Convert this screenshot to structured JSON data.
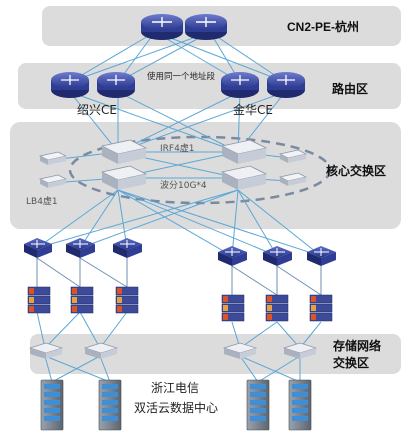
{
  "zones": {
    "pe": "CN2-PE-杭州",
    "routing": "路由区",
    "core": "核心交换区",
    "storage_line1": "存储网络",
    "storage_line2": "交换区"
  },
  "routing_note": "使用同一个地址段",
  "ce_labels": [
    "绍兴CE",
    "金华CE"
  ],
  "core_labels": {
    "irf": "IRF4虚1",
    "split": "波分10G*4",
    "lb": "LB4虚1"
  },
  "datacenter": {
    "line1": "浙江电信",
    "line2": "双活云数据中心"
  }
}
